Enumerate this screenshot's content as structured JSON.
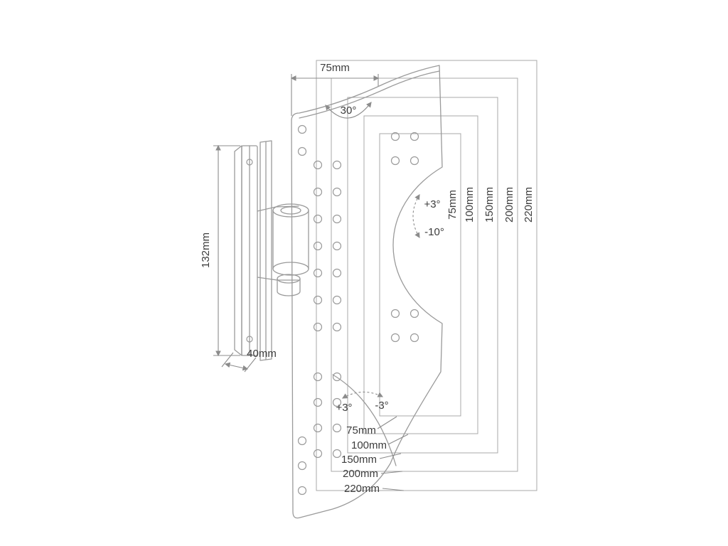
{
  "diagram": {
    "type": "technical-drawing",
    "subject": "TV wall mount bracket dimension diagram",
    "colors": {
      "line": "#9a9a9a",
      "text": "#3c3c3c",
      "background": "#ffffff"
    },
    "annotations": {
      "top_width": "75mm",
      "rotation_angle": "30°",
      "bracket_height": "132mm",
      "bracket_depth": "40mm",
      "tilt_up": "+3°",
      "tilt_down": "-10°",
      "swivel_left": "+3°",
      "swivel_right": "-3°"
    },
    "vesa_widths": [
      "75mm",
      "100mm",
      "150mm",
      "200mm",
      "220mm"
    ],
    "vesa_heights": [
      "75mm",
      "100mm",
      "150mm",
      "200mm",
      "220mm"
    ]
  }
}
